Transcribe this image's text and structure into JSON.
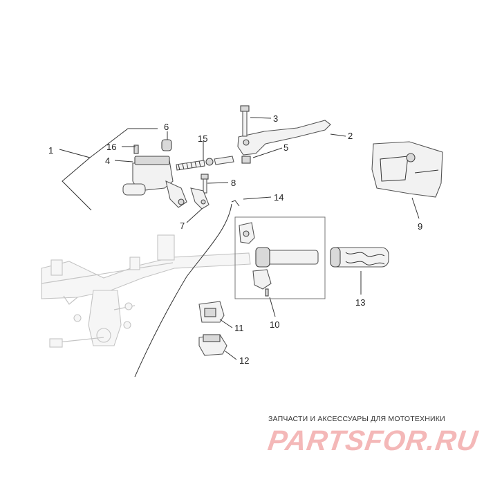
{
  "callouts": [
    {
      "id": "1",
      "label": "1"
    },
    {
      "id": "2",
      "label": "2"
    },
    {
      "id": "3",
      "label": "3"
    },
    {
      "id": "4",
      "label": "4"
    },
    {
      "id": "5",
      "label": "5"
    },
    {
      "id": "6",
      "label": "6"
    },
    {
      "id": "7",
      "label": "7"
    },
    {
      "id": "8",
      "label": "8"
    },
    {
      "id": "9",
      "label": "9"
    },
    {
      "id": "10",
      "label": "10"
    },
    {
      "id": "11",
      "label": "11"
    },
    {
      "id": "12",
      "label": "12"
    },
    {
      "id": "13",
      "label": "13"
    },
    {
      "id": "14",
      "label": "14"
    },
    {
      "id": "15",
      "label": "15"
    },
    {
      "id": "16",
      "label": "16"
    }
  ],
  "watermark": {
    "caption": "ЗАПЧАСТИ И АКСЕССУАРЫ ДЛЯ МОТОТЕХНИКИ",
    "logo": "PARTSFOR.RU"
  },
  "colors": {
    "ink": "#222222",
    "frame": "#c4c4c4",
    "logo": "#f4b8b8"
  }
}
